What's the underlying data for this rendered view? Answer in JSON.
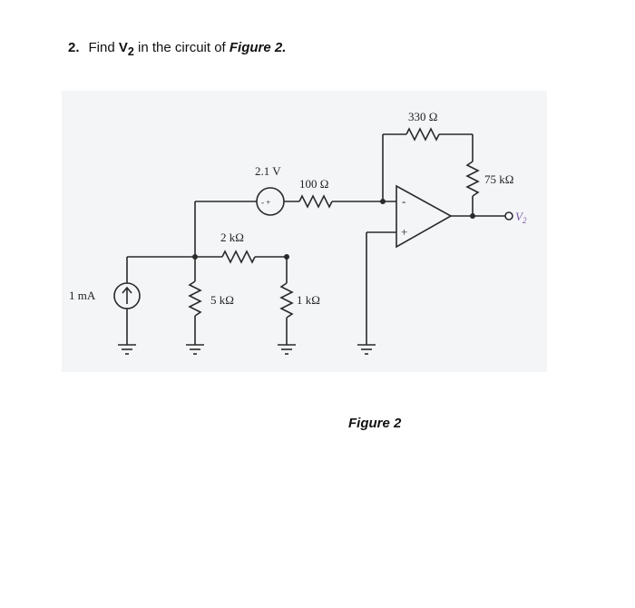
{
  "question": {
    "number": "2.",
    "text_before": "Find ",
    "variable": "V",
    "variable_sub": "2",
    "text_middle": " in the circuit of ",
    "figure_ref": "Figure 2."
  },
  "circuit": {
    "current_source": "1 mA",
    "voltage_source": "2.1 V",
    "voltage_source_polarity": "- +",
    "r_2k": "2 kΩ",
    "r_5k": "5 kΩ",
    "r_1k": "1 kΩ",
    "r_100": "100 Ω",
    "r_330": "330 Ω",
    "r_75k": "75 kΩ",
    "output_label": "V",
    "output_sub": "2",
    "opamp_minus": "-",
    "opamp_plus": "+"
  },
  "caption": "Figure 2",
  "colors": {
    "wire": "#2a2a2a",
    "output_label": "#7a5aa8",
    "panel": "#f4f5f7"
  }
}
